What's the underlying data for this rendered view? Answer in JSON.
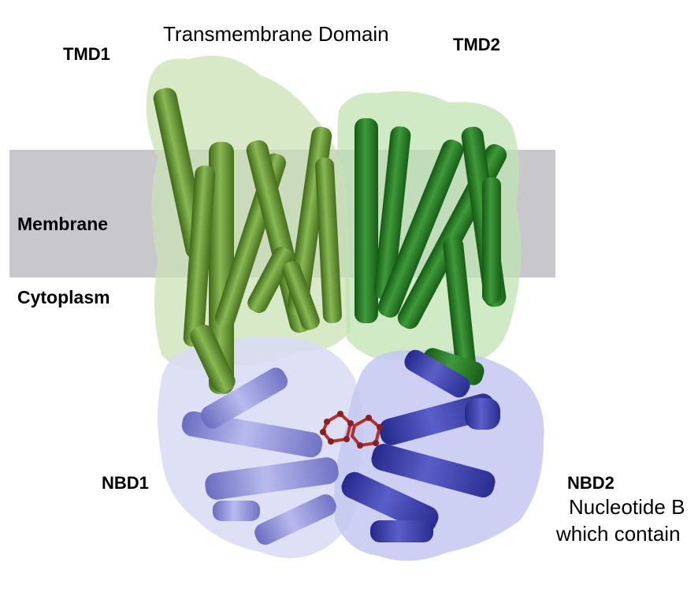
{
  "labels": {
    "tmd1": "TMD1",
    "transmembrane_domain": "Transmembrane Domain",
    "tmd2": "TMD2",
    "membrane": "Membrane",
    "cytoplasm": "Cytoplasm",
    "nbd1": "NBD1",
    "nbd2": "NBD2",
    "nucleotide_line1": "Nucleotide B",
    "nucleotide_line2": "which contain"
  },
  "colors": {
    "membrane_band": "#c8c8cc",
    "tmd1_surface": "#c9e2b4",
    "tmd2_surface": "#bfe3b2",
    "tmd1_helix": "#5a8a2a",
    "tmd1_helix_light": "#88b352",
    "tmd2_helix": "#1f6e1f",
    "tmd2_helix_light": "#3f9a3a",
    "nbd1_surface": "#d8dcf4",
    "nbd2_surface": "#c4c8f0",
    "nbd1_helix": "#8e90d6",
    "nbd2_helix": "#3c3fa8",
    "ligand": "#b03030"
  }
}
